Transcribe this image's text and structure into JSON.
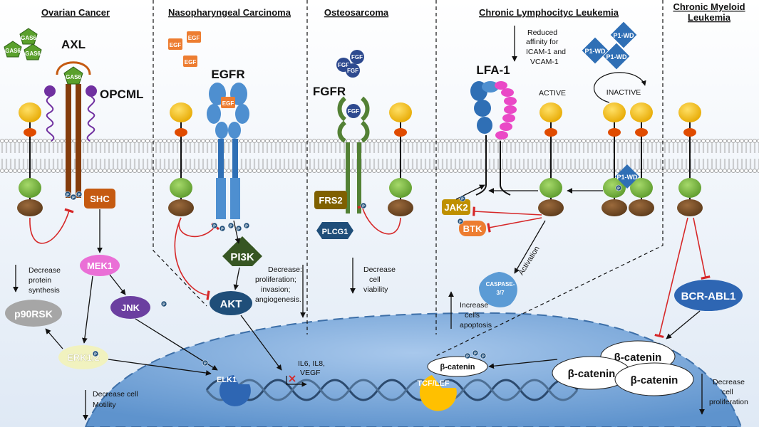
{
  "headers": {
    "ovarian": "Ovarian Cancer",
    "naso": "Nasopharyngeal Carcinoma",
    "osteo": "Osteosarcoma",
    "cll": "Chronic Lymphocityc Leukemia",
    "cml": [
      "Chronic Myeloid",
      "Leukemia"
    ]
  },
  "ovarian": {
    "gas6": "GAS6",
    "axl": "AXL",
    "opcml": "OPCML",
    "shc": "SHC",
    "mek1": "MEK1",
    "jnk": "JNK",
    "p90rsk": "p90RSK",
    "erk": "ERK1/2",
    "note_protein": [
      "Decrease",
      "protein",
      "synthesis"
    ],
    "note_motility": [
      "Decrease cell",
      "Motility"
    ]
  },
  "naso": {
    "egf": "EGF",
    "egfr": "EGFR",
    "pi3k": "PI3K",
    "akt": "AKT",
    "note": [
      "Decrease:",
      "proliferation;",
      "invasion;",
      "angiogenesis."
    ]
  },
  "osteo": {
    "fgf": "FGF",
    "fgfr": "FGFR",
    "frs2": "FRS2",
    "plcg1": "PLCG1",
    "note": [
      "Decrease",
      "cell",
      "viability"
    ]
  },
  "cll": {
    "lfa1": "LFA-1",
    "affinity_note": [
      "Reduced",
      "affinity for",
      "ICAM-1 and",
      "VCAM-1"
    ],
    "active": "ACTIVE",
    "inactive": "INACTIVE",
    "p1wd": "P1-WD",
    "jak2": "JAK2",
    "btk": "BTK",
    "activation": "Activation",
    "caspase": [
      "CASPASE-",
      "3/7"
    ],
    "note": [
      "Increase",
      "cells",
      "apoptosis"
    ]
  },
  "cml": {
    "bcr_abl1": "BCR-ABL1",
    "beta_catenin": "β-catenin",
    "note": [
      "Decrease",
      "cell",
      "proliferation"
    ]
  },
  "nucleus": {
    "elk1": "ELK1",
    "genes": [
      "IL6, IL8,",
      "VEGF"
    ],
    "beta_catenin": "β-catenin",
    "tcf_lef": "TCF/LEF"
  },
  "phospho": "P"
}
